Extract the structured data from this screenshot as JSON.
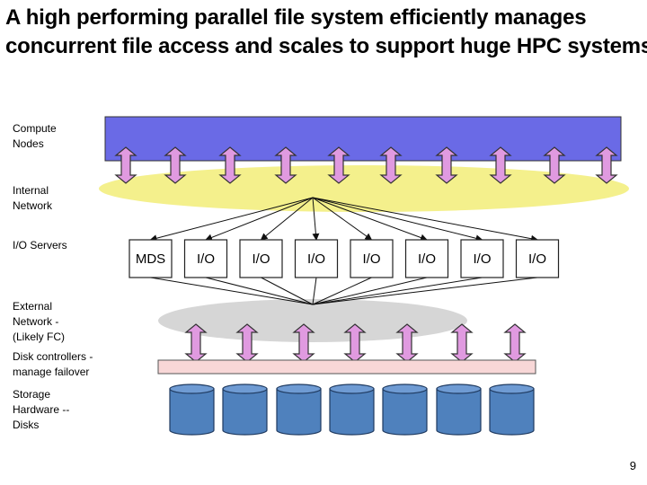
{
  "title_line1": "A high performing parallel file system efficiently manages",
  "title_line2": "concurrent file access and scales to support huge HPC systems",
  "labels": {
    "compute_nodes": "Compute\nNodes",
    "internal_network": "Internal\nNetwork",
    "io_servers": "I/O Servers",
    "external_network": "External\nNetwork -\n(Likely FC)",
    "disk_controllers": "Disk controllers -\nmanage failover",
    "storage_hardware": "Storage\nHardware --\nDisks"
  },
  "servers": [
    "MDS",
    "I/O",
    "I/O",
    "I/O",
    "I/O",
    "I/O",
    "I/O",
    "I/O"
  ],
  "page_number": "9",
  "colors": {
    "compute_block": "#6a6ae6",
    "internal_network": "#f4f08c",
    "external_network": "#d6d6d6",
    "arrow": "#e09ae0",
    "disk_controller": "#f8d7d7",
    "disk": "#4f81bd"
  }
}
